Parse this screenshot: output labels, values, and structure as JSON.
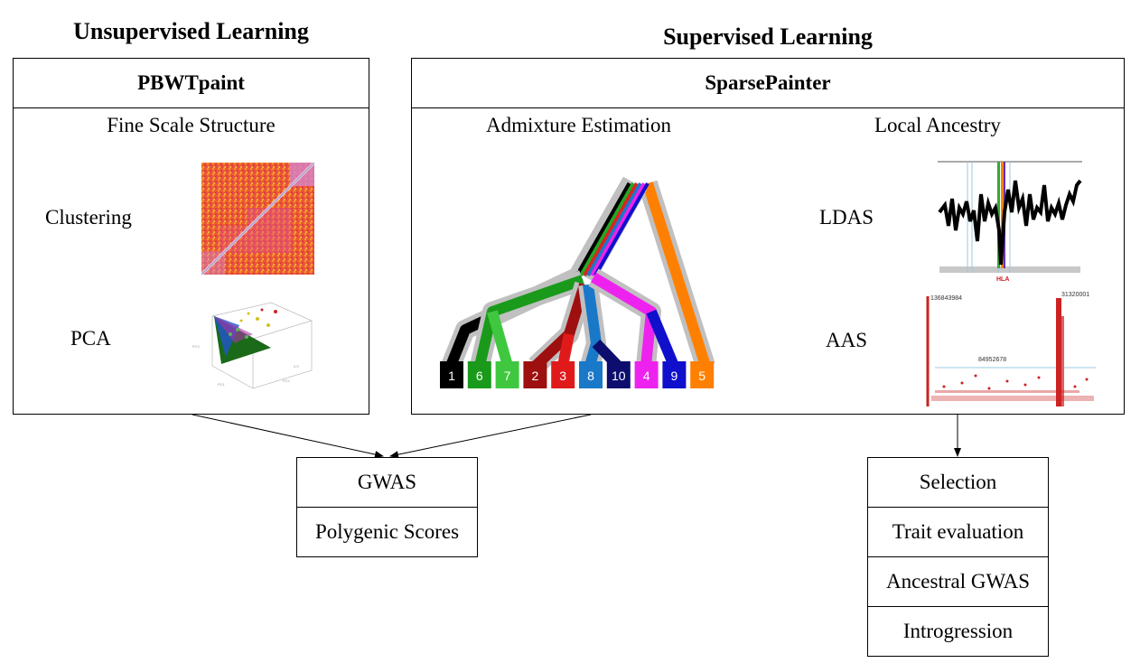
{
  "headings": {
    "unsupervised": "Unsupervised Learning",
    "supervised": "Supervised Learning"
  },
  "pbwtpaint": {
    "title": "PBWTpaint",
    "subtitle": "Fine Scale Structure",
    "clustering_label": "Clustering",
    "pca_label": "PCA"
  },
  "sparsepainter": {
    "title": "SparsePainter",
    "admixture_label": "Admixture Estimation",
    "local_ancestry_label": "Local Ancestry",
    "ldas_label": "LDAS",
    "aas_label": "AAS",
    "tree_leaves": [
      "1",
      "6",
      "7",
      "2",
      "3",
      "8",
      "10",
      "4",
      "9",
      "5"
    ],
    "hla_label": "HLA",
    "aas_annotations": [
      "136843984",
      "84952678",
      "31320001"
    ]
  },
  "outputs_left": [
    "GWAS",
    "Polygenic Scores"
  ],
  "outputs_right": [
    "Selection",
    "Trait evaluation",
    "Ancestral GWAS",
    "Introgression"
  ],
  "colors": {
    "leaves": [
      "#000000",
      "#1a9a1a",
      "#3fc83f",
      "#9e0f0f",
      "#e01a1a",
      "#1a78c8",
      "#0d0d6e",
      "#ee22ee",
      "#1010cc",
      "#ff8000"
    ],
    "heatmap_base": "#e8582a",
    "heatmap_diag": "#cc44aa",
    "aas_points": "#cc2222"
  }
}
